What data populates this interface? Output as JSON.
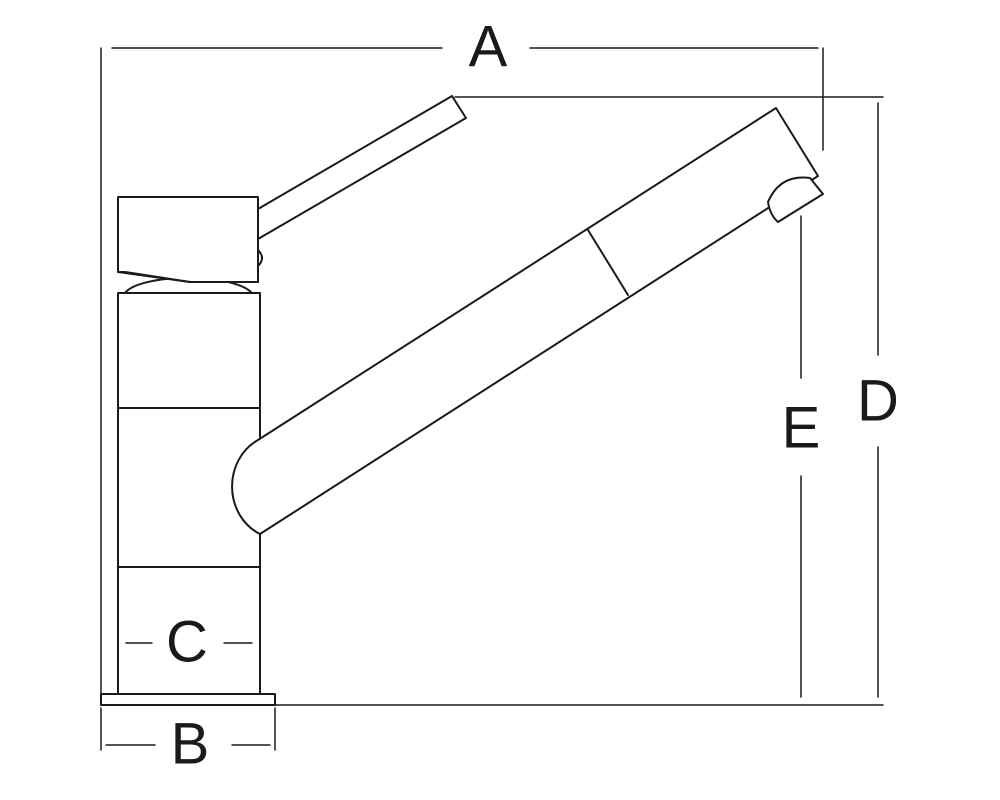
{
  "dimensions": {
    "a": "A",
    "b": "B",
    "c": "C",
    "d": "D",
    "e": "E"
  }
}
